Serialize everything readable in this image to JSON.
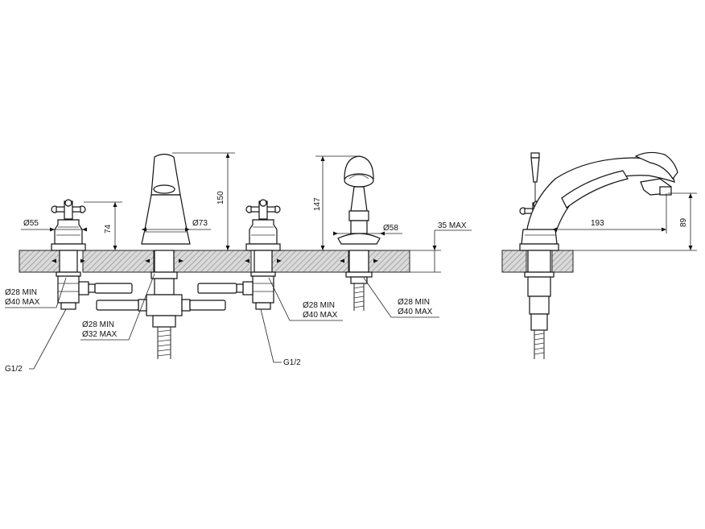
{
  "front_view": {
    "cold_tap": {
      "diameter": "Ø55",
      "height": "74",
      "hole_min": "Ø28 MIN",
      "hole_max": "Ø40 MAX",
      "thread": "G1/2"
    },
    "spout": {
      "diameter": "Ø73",
      "height": "150",
      "hole_min": "Ø28 MIN",
      "hole_max": "Ø32 MAX"
    },
    "hot_tap": {
      "hole_min": "Ø28 MIN",
      "hole_max": "Ø40 MAX",
      "thread": "G1/2"
    },
    "shower": {
      "diameter": "Ø58",
      "height": "147",
      "hole_min": "Ø28 MIN",
      "hole_max": "Ø40 MAX"
    },
    "deck_thickness": "35 MAX"
  },
  "side_view": {
    "reach": "193",
    "height": "89"
  },
  "colors": {
    "line": "#222222",
    "background": "#ffffff"
  }
}
